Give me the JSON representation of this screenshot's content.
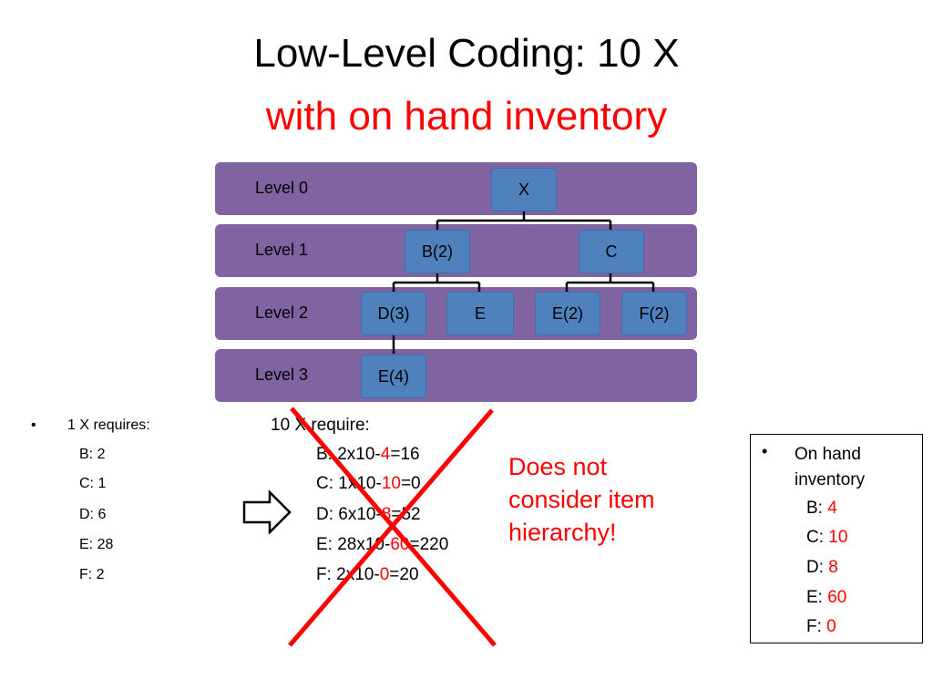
{
  "title": {
    "line1": "Low-Level Coding: 10 X",
    "line2": "with on hand inventory"
  },
  "levels": [
    "Level 0",
    "Level 1",
    "Level 2",
    "Level 3"
  ],
  "nodes": {
    "x": "X",
    "b": "B(2)",
    "c": "C",
    "d": "D(3)",
    "e_under_b": "E",
    "e_under_c": "E(2)",
    "f": "F(2)",
    "e_under_d": "E(4)"
  },
  "single_requirements": {
    "bullet": "•",
    "header": "1 X requires:",
    "items": [
      "B: 2",
      "C: 1",
      "D: 6",
      "E: 28",
      "F: 2"
    ]
  },
  "ten_requirements": {
    "header": "10 X require:",
    "items": [
      {
        "pre": "B: 2x10-",
        "sub": "4",
        "post": "=16"
      },
      {
        "pre": "C: 1x10-",
        "sub": "10",
        "post": "=0"
      },
      {
        "pre": "D: 6x10-",
        "sub": "8",
        "post": "=52"
      },
      {
        "pre": "E: 28x10-",
        "sub": "60",
        "post": "=220"
      },
      {
        "pre": "F: 2x10-",
        "sub": "0",
        "post": "=20"
      }
    ]
  },
  "note": {
    "line1": "Does not",
    "line2": "consider item",
    "line3": "hierarchy!"
  },
  "inventory": {
    "bullet": "•",
    "header_line1": "On hand",
    "header_line2": "inventory",
    "items": [
      {
        "label": "B: ",
        "value": "4"
      },
      {
        "label": "C: ",
        "value": "10"
      },
      {
        "label": "D: ",
        "value": "8"
      },
      {
        "label": "E: ",
        "value": "60"
      },
      {
        "label": "F: ",
        "value": "0"
      }
    ]
  },
  "colors": {
    "band": "#8064a2",
    "node": "#4f81bd",
    "highlight": "#ff0000"
  },
  "icons": {
    "arrow": "right-arrow-outline-icon",
    "cross": "red-x-cross-icon"
  }
}
